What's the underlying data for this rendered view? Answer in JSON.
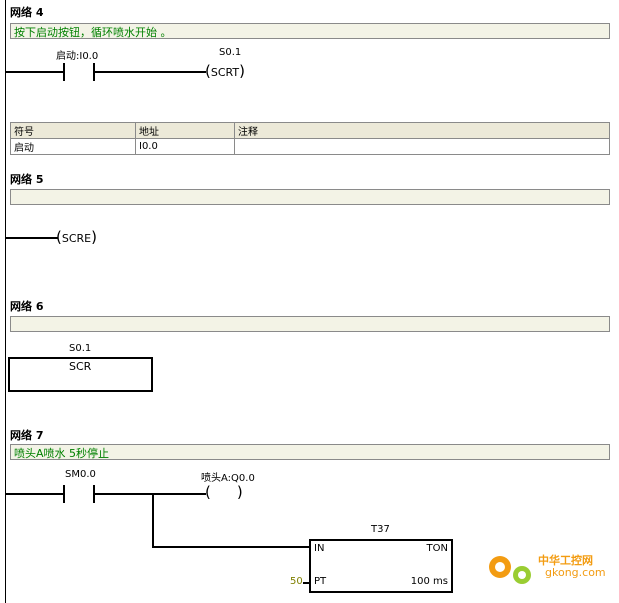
{
  "network4": {
    "title": "网络 4",
    "comment": "按下启动按钮，循环喷水开始 。",
    "contact_label": "启动:I0.0",
    "coil_label": "S0.1",
    "coil_text": "SCRT",
    "table": {
      "headers": [
        "符号",
        "地址",
        "注释"
      ],
      "rows": [
        [
          "启动",
          "I0.0",
          ""
        ]
      ]
    }
  },
  "network5": {
    "title": "网络 5",
    "comment": "",
    "coil_text": "SCRE"
  },
  "network6": {
    "title": "网络 6",
    "comment": "",
    "box_label": "S0.1",
    "box_text": "SCR"
  },
  "network7": {
    "title": "网络 7",
    "comment": "喷头A喷水 5秒停止",
    "contact_label": "SM0.0",
    "coil_label": "喷头A:Q0.0",
    "timer": {
      "name": "T37",
      "type": "TON",
      "in": "IN",
      "pt": "PT",
      "pt_value": "50",
      "resolution": "100 ms"
    }
  },
  "watermark": {
    "cn": "中华工控网",
    "url": "gkong.com"
  },
  "colors": {
    "comment_text": "#008000",
    "comment_bg": "#f3f3e6",
    "pt_value": "#808000",
    "watermark": "#f39c12"
  }
}
